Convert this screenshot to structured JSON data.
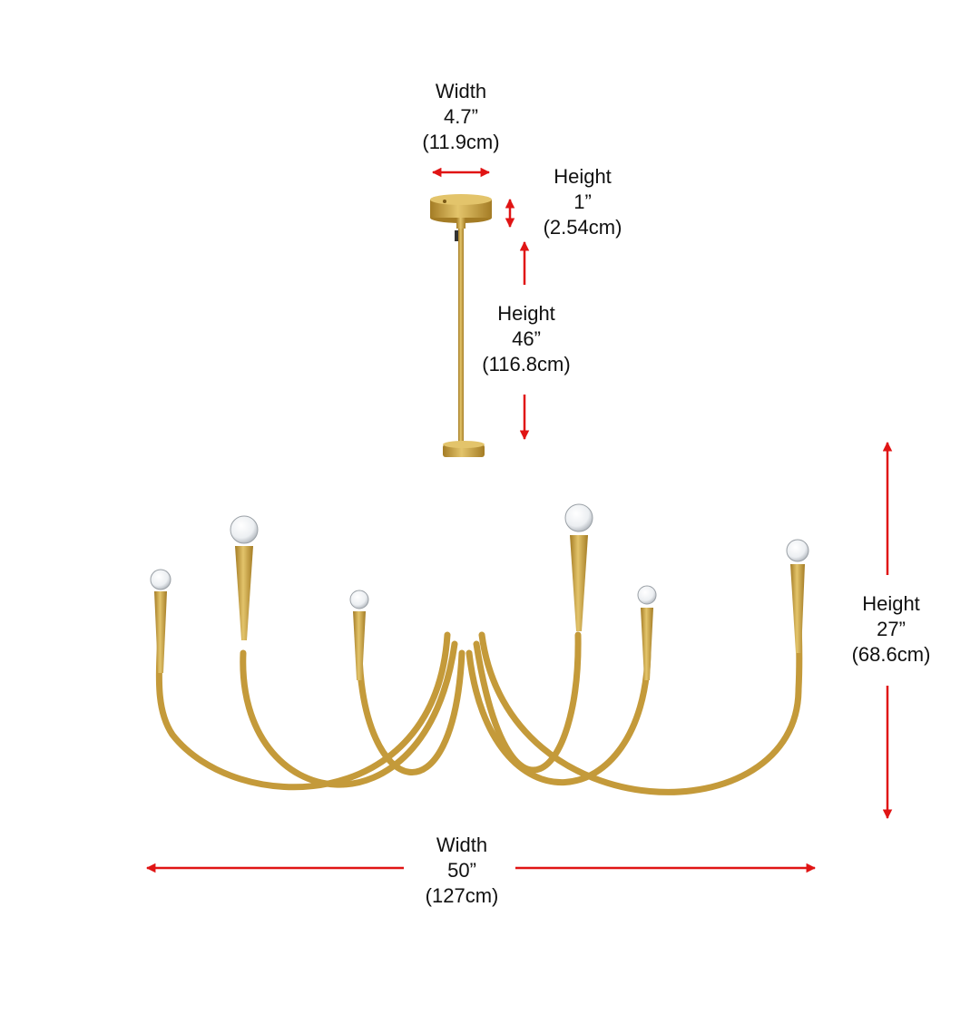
{
  "colors": {
    "arrow": "#e01414",
    "brass": "#c49a3a",
    "brass_dark": "#a47c25",
    "brass_light": "#e3c46b",
    "text": "#111111",
    "background": "#ffffff"
  },
  "dimensions": {
    "canopy_width": {
      "label": "Width",
      "inches": "4.7”",
      "cm": "(11.9cm)"
    },
    "canopy_height": {
      "label": "Height",
      "inches": "1”",
      "cm": "(2.54cm)"
    },
    "rod_height": {
      "label": "Height",
      "inches": "46”",
      "cm": "(116.8cm)"
    },
    "fixture_height": {
      "label": "Height",
      "inches": "27”",
      "cm": "(68.6cm)"
    },
    "fixture_width": {
      "label": "Width",
      "inches": "50”",
      "cm": "(127cm)"
    }
  },
  "product": {
    "type": "chandelier",
    "finish": "brass",
    "light_count": 6
  }
}
